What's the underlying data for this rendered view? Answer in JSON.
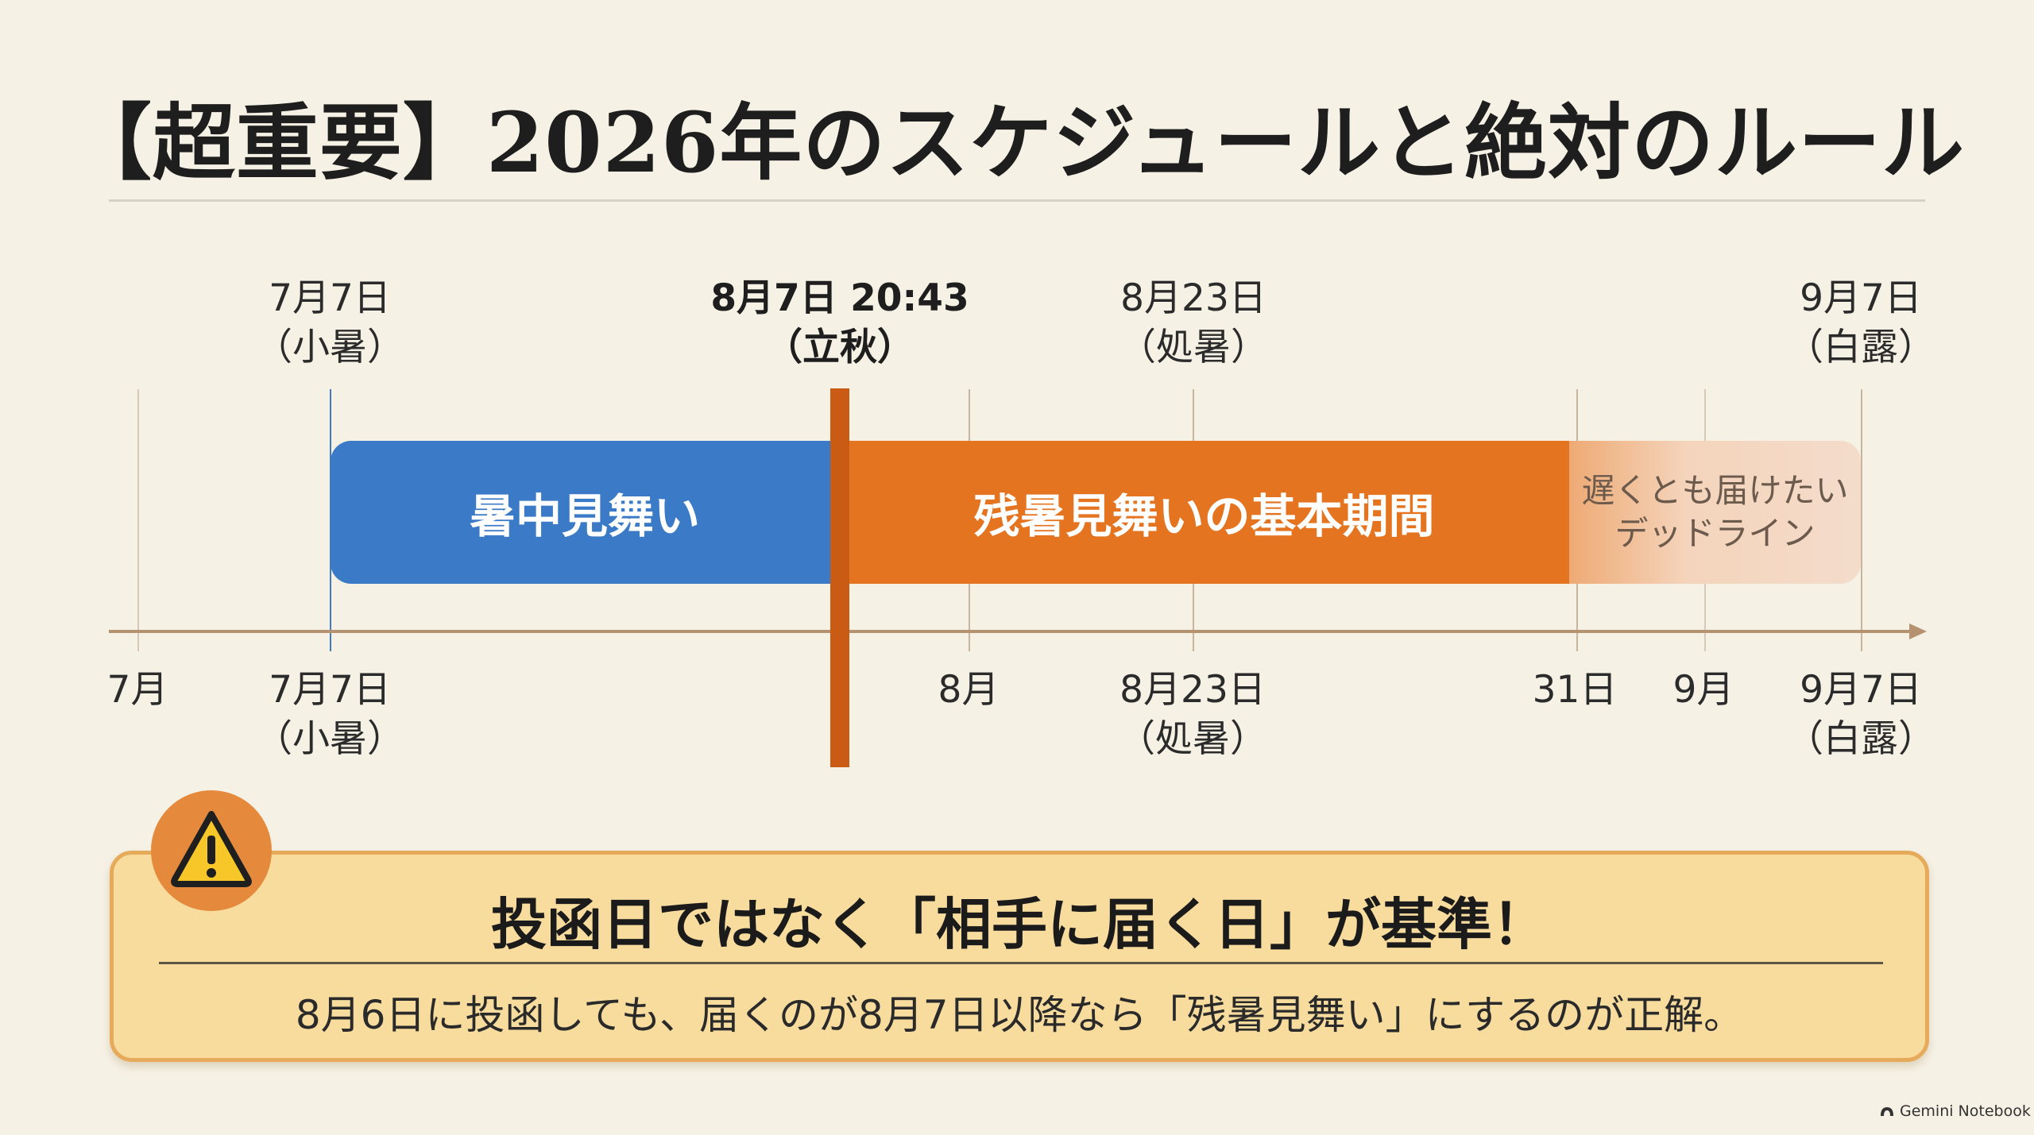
{
  "title": "【超重要】2026年のスケジュールと絶対のルール",
  "top_labels": [
    {
      "date": "7月7日",
      "term": "（小暑）"
    },
    {
      "date": "8月7日 20:43",
      "term": "（立秋）"
    },
    {
      "date": "8月23日",
      "term": "（処暑）"
    },
    {
      "date": "9月7日",
      "term": "（白露）"
    }
  ],
  "periods": {
    "summer": "暑中見舞い",
    "late_summer": "残暑見舞いの基本期間",
    "deadline_line1": "遅くとも届けたい",
    "deadline_line2": "デッドライン"
  },
  "axis_ticks": [
    {
      "label": "7月",
      "sub": ""
    },
    {
      "label": "7月7日",
      "sub": "（小暑）"
    },
    {
      "label": "8月",
      "sub": ""
    },
    {
      "label": "8月23日",
      "sub": "（処暑）"
    },
    {
      "label": "31日",
      "sub": ""
    },
    {
      "label": "9月",
      "sub": ""
    },
    {
      "label": "9月7日",
      "sub": "（白露）"
    }
  ],
  "warning": {
    "icon": "warning-triangle-icon",
    "headline": "投函日ではなく「相手に届く日」が基準！",
    "body": "8月6日に投函しても、届くのが8月7日以降なら「残暑見舞い」にするのが正解。"
  },
  "watermark": "Gemini Notebook",
  "colors": {
    "background": "#f6f1e5",
    "summer_bar": "#3b7ac6",
    "late_summer_bar": "#e4741f",
    "deadline_bar": "#f4d4bb",
    "marker": "#c95b14",
    "warning_fill": "#f7dc9e",
    "warning_border": "#e5aa5a"
  }
}
